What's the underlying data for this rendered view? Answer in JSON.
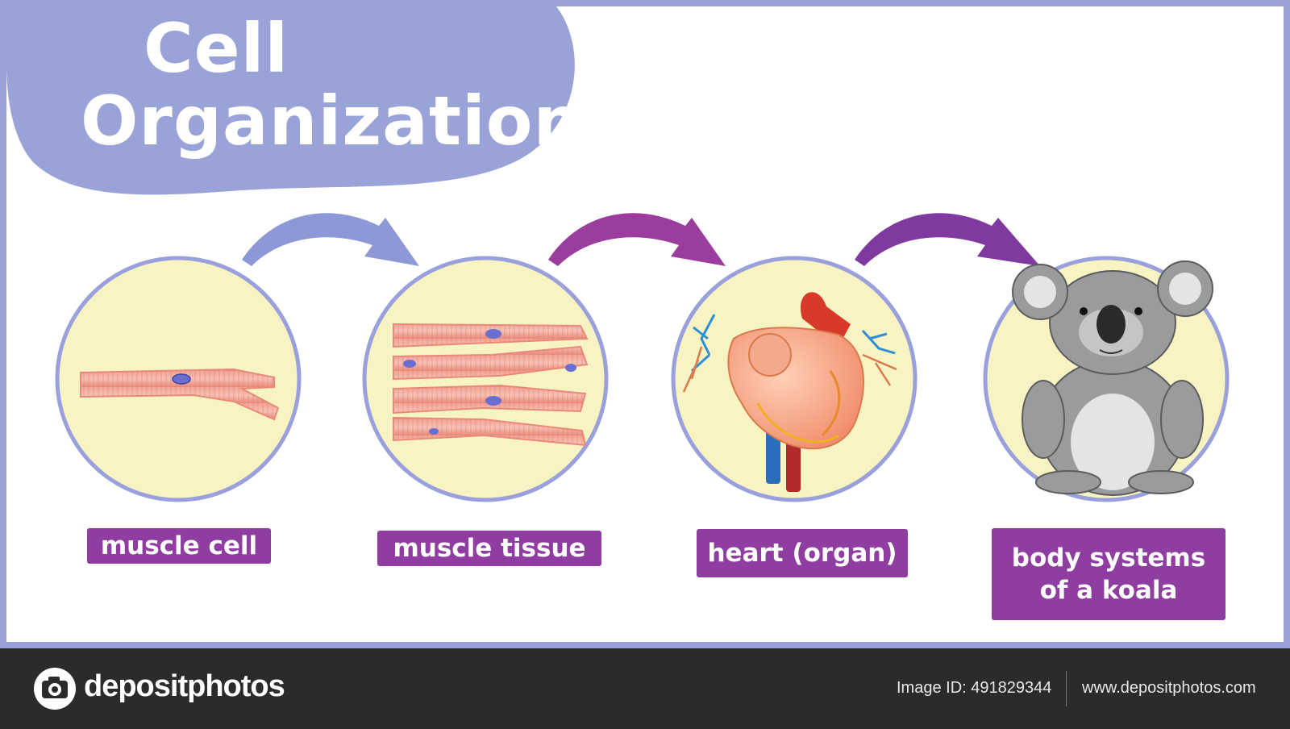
{
  "title": {
    "line1": "Cell",
    "line2": "Organization"
  },
  "stages": [
    {
      "label": "muscle cell"
    },
    {
      "label": "muscle tissue"
    },
    {
      "label": "heart (organ)"
    },
    {
      "label": "body systems of a koala"
    }
  ],
  "colors": {
    "frame": "#9aa3d8",
    "title_blob": "#9aa3d8",
    "circle_fill": "#f8f3c2",
    "circle_stroke": "#9aa0dc",
    "label_bg": "#8f3da0",
    "arrow_1": "#8e98d6",
    "arrow_2": "#9b3d9c",
    "arrow_3": "#7f3aa0",
    "footer_bg": "#2b2b2c"
  },
  "footer": {
    "brand": "depositphotos",
    "image_id": "Image ID: 491829344",
    "website": "www.depositphotos.com",
    "icon": "camera-icon"
  }
}
